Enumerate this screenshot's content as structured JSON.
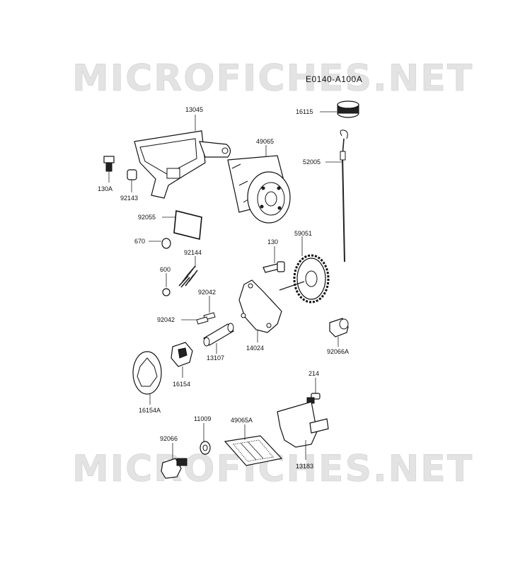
{
  "diagram": {
    "code": "E0140-A100A",
    "watermark": "MICROFICHES.NET",
    "callouts": [
      {
        "id": "c13045",
        "text": "13045"
      },
      {
        "id": "c16115",
        "text": "16115"
      },
      {
        "id": "c130A",
        "text": "130A"
      },
      {
        "id": "c92143",
        "text": "92143"
      },
      {
        "id": "c49065",
        "text": "49065"
      },
      {
        "id": "c52005",
        "text": "52005"
      },
      {
        "id": "c92055",
        "text": "92055"
      },
      {
        "id": "c670",
        "text": "670"
      },
      {
        "id": "c92144",
        "text": "92144"
      },
      {
        "id": "c600",
        "text": "600"
      },
      {
        "id": "c130",
        "text": "130"
      },
      {
        "id": "c59051",
        "text": "59051"
      },
      {
        "id": "c92042a",
        "text": "92042"
      },
      {
        "id": "c92042b",
        "text": "92042"
      },
      {
        "id": "c14024",
        "text": "14024"
      },
      {
        "id": "c13107",
        "text": "13107"
      },
      {
        "id": "c92066A",
        "text": "92066A"
      },
      {
        "id": "c16154",
        "text": "16154"
      },
      {
        "id": "c16154A",
        "text": "16154A"
      },
      {
        "id": "c214",
        "text": "214"
      },
      {
        "id": "c11009",
        "text": "11009"
      },
      {
        "id": "c49065A",
        "text": "49065A"
      },
      {
        "id": "c92066",
        "text": "92066"
      },
      {
        "id": "c13183",
        "text": "13183"
      }
    ]
  }
}
